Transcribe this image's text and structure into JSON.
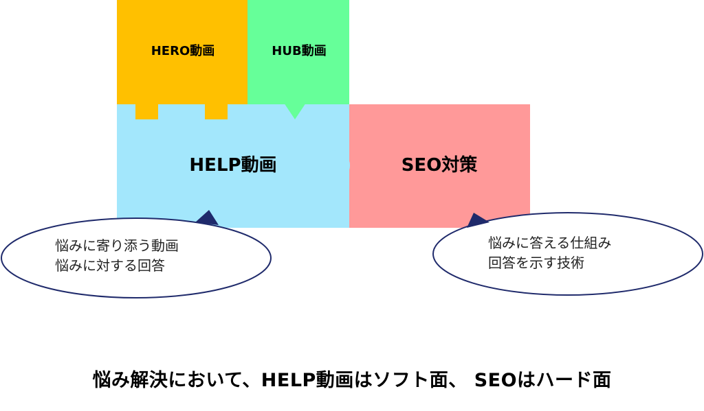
{
  "pieces": {
    "hero": {
      "label": "HERO動画",
      "color": "#FFC000"
    },
    "hub": {
      "label": "HUB動画",
      "color": "#66FF99"
    },
    "help": {
      "label": "HELP動画",
      "color": "#A3E7FC"
    },
    "seo": {
      "label": "SEO対策",
      "color": "#FF9999"
    }
  },
  "callouts": {
    "help": {
      "lines": [
        "悩みに寄り添う動画",
        "悩みに対する回答"
      ],
      "outline_color": "#1F2A6B"
    },
    "seo": {
      "lines": [
        "悩みに答える仕組み",
        "回答を示す技術"
      ],
      "outline_color": "#1F2A6B"
    }
  },
  "caption": "悩み解決において、HELP動画はソフト面、 SEOはハード面"
}
